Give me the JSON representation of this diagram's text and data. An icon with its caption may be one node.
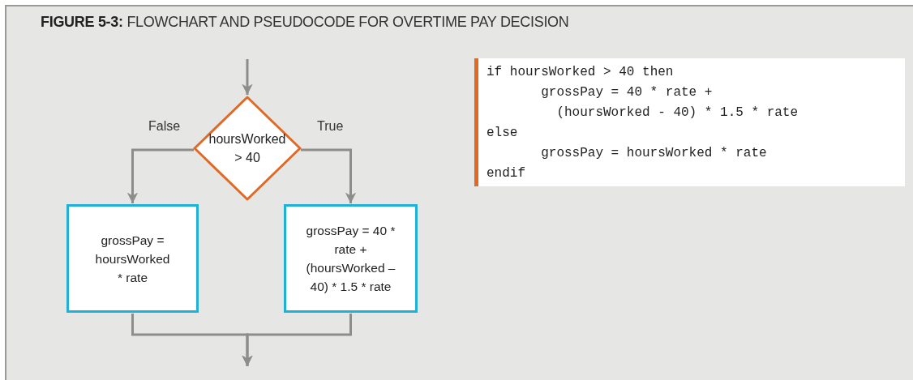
{
  "diagram": {
    "title": "**FIGURE 5-3:** FLOWCHART AND PSEUDOCODE FOR OVERTIME PAY DECISION",
    "nodes": [
      {
        "text": [
          "hoursWorked > 40"
        ]
      },
      {
        "text": [
          "grossPay = hoursWorked * rate"
        ]
      },
      {
        "text": [
          "grossPay = 40 * rate + (hoursWorked – 40) * 1.5 * rate"
        ]
      },
      {
        "text": [
          "if hoursWorked > 40 then",
          "grossPay = 40 * rate +",
          "(hoursWorked - 40) * 1.5 * rate",
          "else",
          "grossPay = hoursWorked * rate",
          "endif"
        ]
      }
    ],
    "edges": [
      {
        "from": null,
        "to": 0,
        "arrow": "to"
      },
      {
        "from": 0,
        "to": 1,
        "arrow": "to",
        "label": "False"
      },
      {
        "from": 0,
        "to": 2,
        "arrow": "to",
        "label": "True"
      },
      {
        "from": 1,
        "to": null,
        "arrow": "to"
      },
      {
        "from": 2,
        "to": null,
        "arrow": "to"
      }
    ]
  }
}
